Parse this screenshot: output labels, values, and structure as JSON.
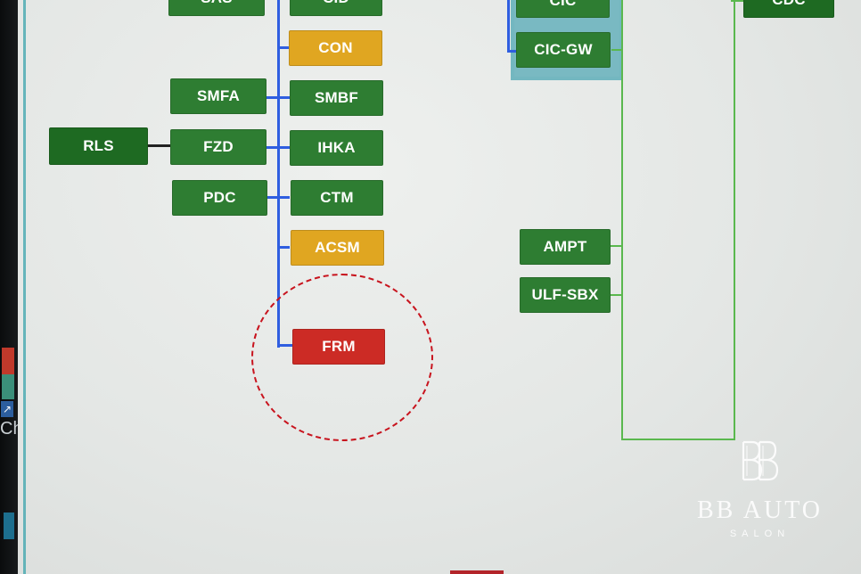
{
  "left_column": {
    "top_cut": "SAS",
    "smfa": "SMFA",
    "fzd": "FZD",
    "pdc": "PDC",
    "rls": "RLS"
  },
  "bus_column": {
    "top_cut": "CID",
    "con": "CON",
    "smbf": "SMBF",
    "ihka": "IHKA",
    "ctm": "CTM",
    "acsm": "ACSM",
    "frm": "FRM"
  },
  "gateway": {
    "cic": "CIC",
    "cic_gw": "CIC-GW"
  },
  "right_side": {
    "ampt": "AMPT",
    "ulf_sbx": "ULF-SBX",
    "top_right_cut": "CDC"
  },
  "logo": {
    "title": "BB AUTO",
    "subtitle": "SALON"
  },
  "colors": {
    "ok_module": "#2e7d32",
    "warning_module": "#e0a621",
    "fault_module": "#cc2b25",
    "bus_line": "#2f5ee0",
    "fault_marker": "#c8141e"
  }
}
